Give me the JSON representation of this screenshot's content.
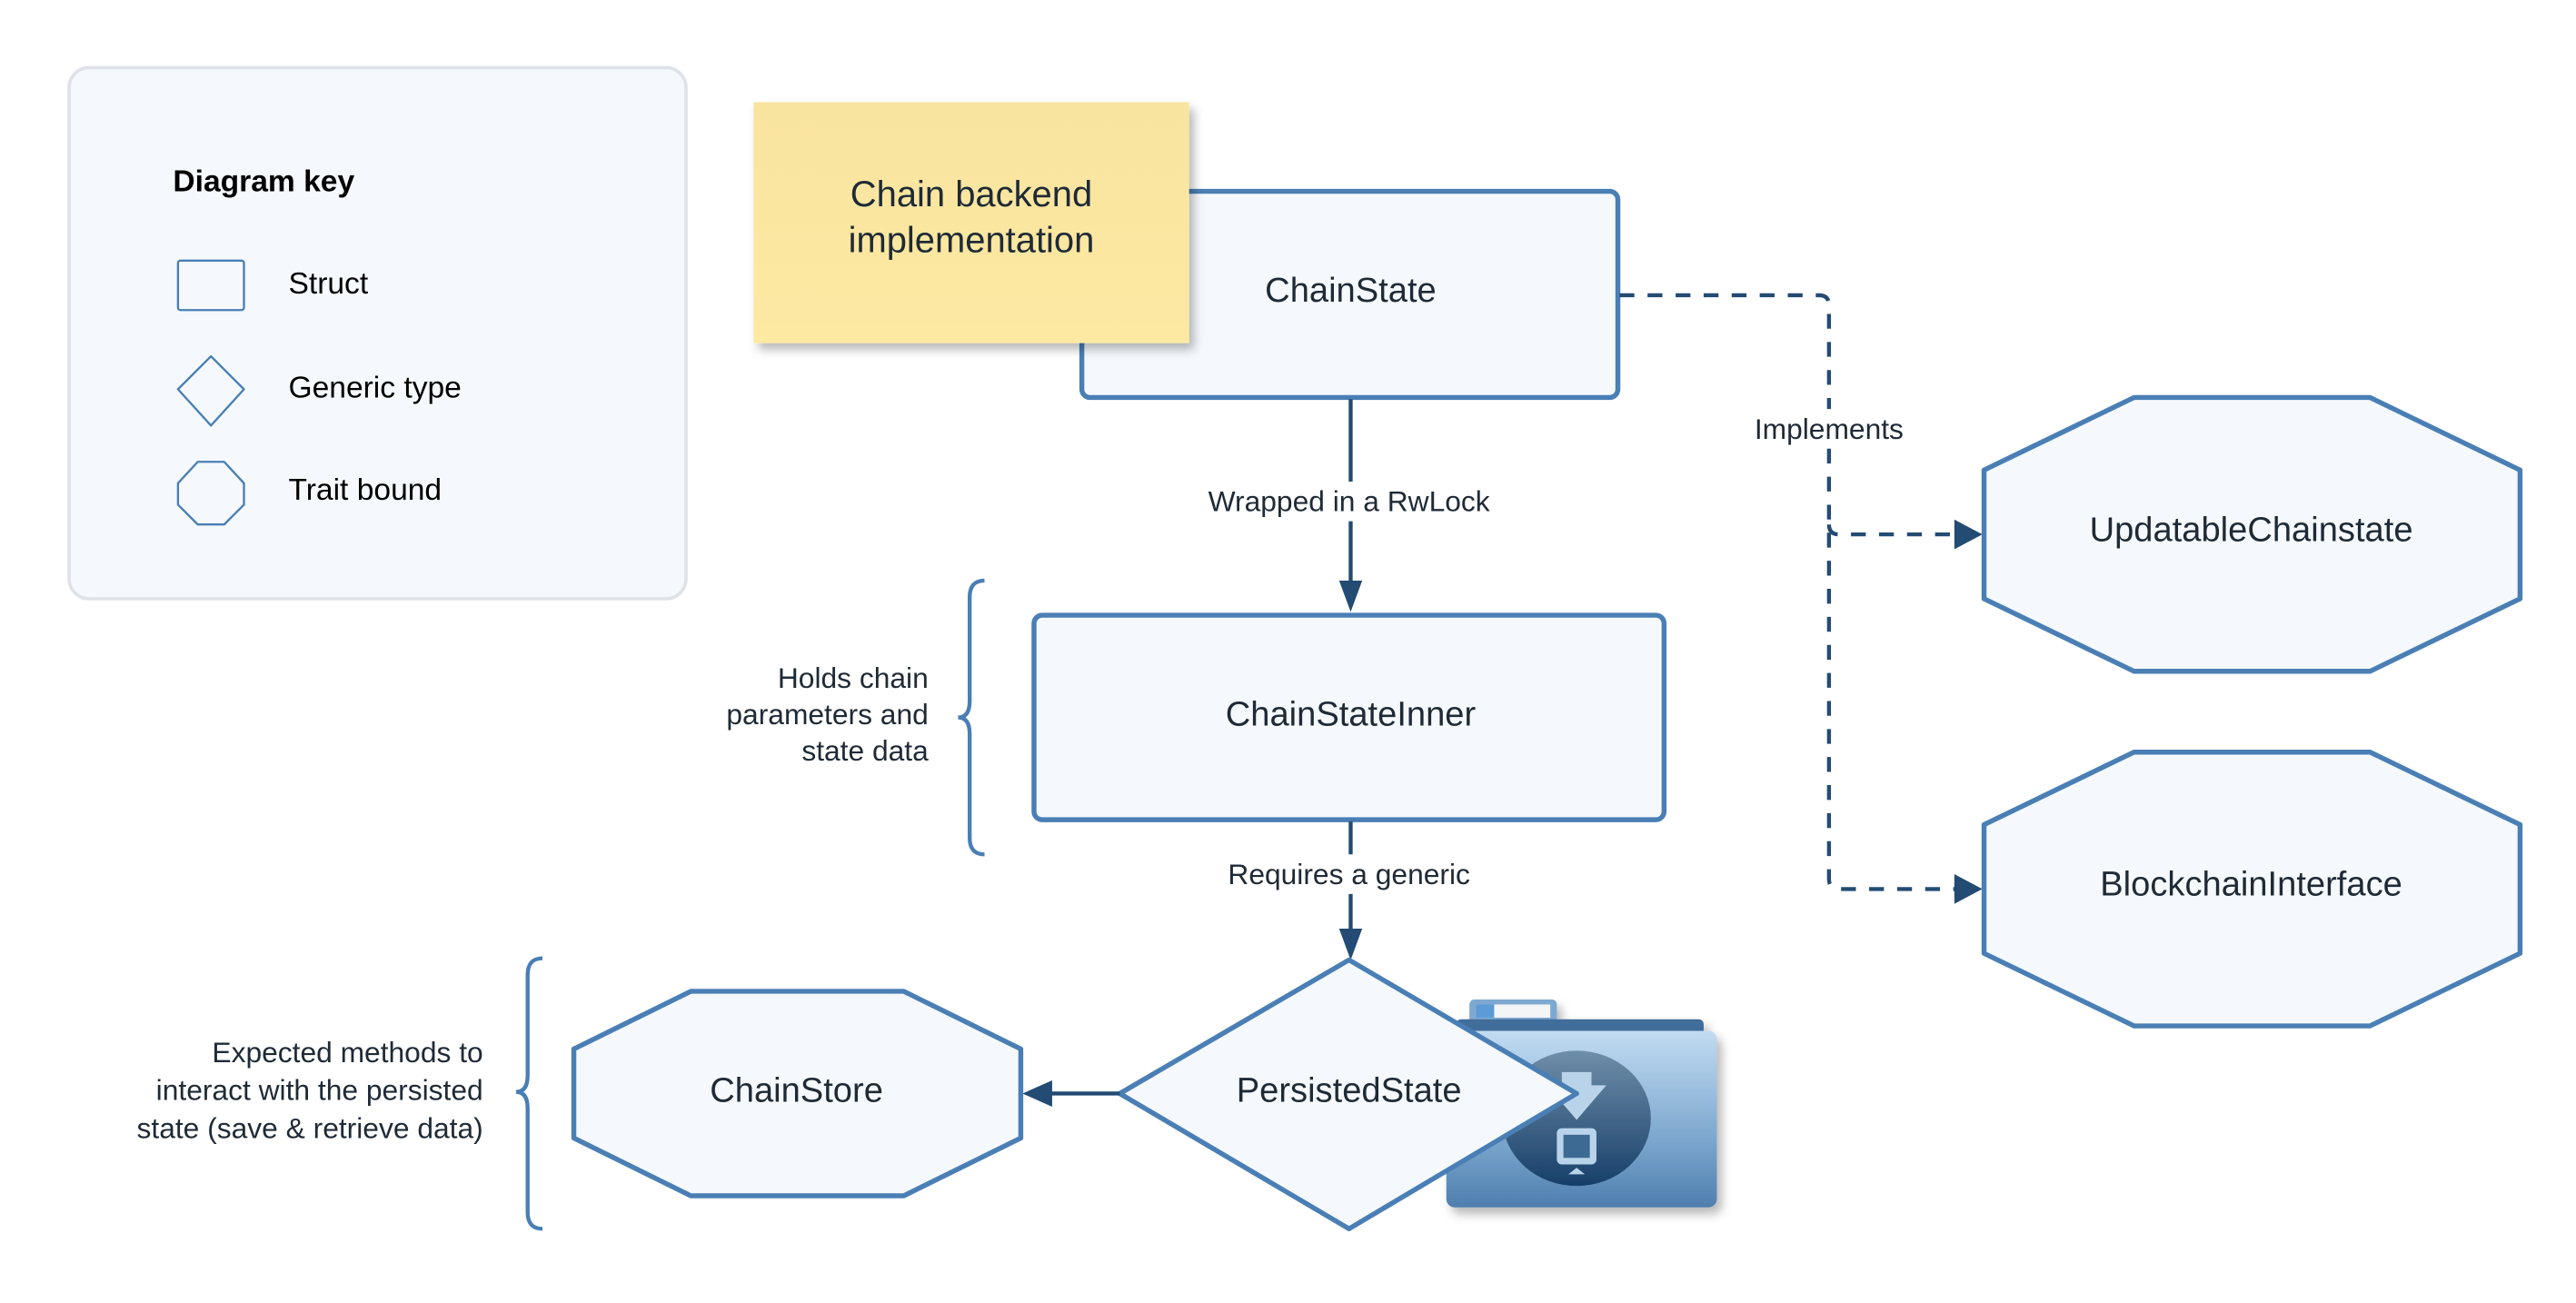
{
  "key": {
    "title": "Diagram key",
    "items": [
      {
        "shape": "rectangle",
        "label": "Struct"
      },
      {
        "shape": "diamond",
        "label": "Generic type"
      },
      {
        "shape": "octagon",
        "label": "Trait bound"
      }
    ]
  },
  "sticky_note": {
    "lines": [
      "Chain backend",
      "implementation"
    ],
    "color": "#fce9a3"
  },
  "nodes": {
    "chain_state": {
      "label": "ChainState",
      "kind": "struct"
    },
    "chain_state_inner": {
      "label": "ChainStateInner",
      "kind": "struct"
    },
    "persisted_state": {
      "label": "PersistedState",
      "kind": "generic"
    },
    "chain_store": {
      "label": "ChainStore",
      "kind": "trait"
    },
    "updatable_chainstate": {
      "label": "UpdatableChainstate",
      "kind": "trait"
    },
    "blockchain_interface": {
      "label": "BlockchainInterface",
      "kind": "trait"
    }
  },
  "edges": {
    "wrapped": {
      "label": "Wrapped in a RwLock",
      "from": "ChainState",
      "to": "ChainStateInner",
      "style": "solid"
    },
    "requires": {
      "label": "Requires a generic",
      "from": "ChainStateInner",
      "to": "PersistedState",
      "style": "solid"
    },
    "bound": {
      "label": "",
      "from": "PersistedState",
      "to": "ChainStore",
      "style": "solid"
    },
    "implements": {
      "label": "Implements",
      "from": "ChainState",
      "to": [
        "UpdatableChainstate",
        "BlockchainInterface"
      ],
      "style": "dashed"
    }
  },
  "annotations": {
    "inner_note": [
      "Holds chain",
      "parameters and",
      "state data"
    ],
    "store_note": [
      "Expected methods to",
      "interact with the persisted",
      "state (save & retrieve data)"
    ]
  },
  "icons": {
    "folder": "download-folder-icon"
  },
  "colors": {
    "shape_stroke": "#4a7fb5",
    "shape_fill": "#f5f9fd",
    "edge": "#234b73",
    "key_bg": "#f5f9fd",
    "key_border": "#dfe3e8"
  }
}
